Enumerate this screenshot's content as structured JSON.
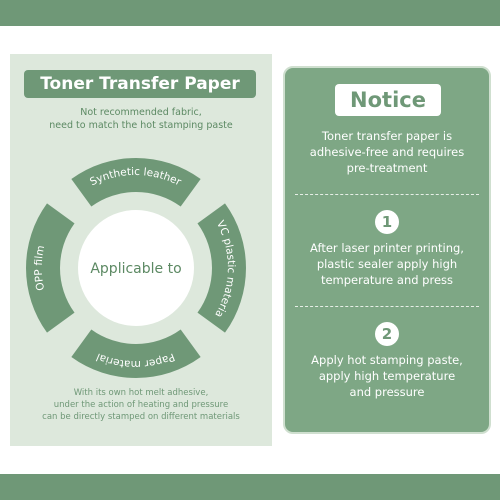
{
  "left_panel": {
    "title": "Toner Transfer Paper",
    "subtitle_line1": "Not recommended fabric,",
    "subtitle_line2": "need to match the hot stamping paste",
    "center_label": "Applicable to",
    "segments": [
      "Synthetic leather",
      "PVC plastic material",
      "Paper material",
      "OPP film"
    ],
    "footer_line1": "With its own hot melt adhesive,",
    "footer_line2": "under the action of heating and pressure",
    "footer_line3": "can be directly stamped on different materials"
  },
  "right_panel": {
    "title": "Notice",
    "intro_lines": [
      "Toner transfer paper is",
      "adhesive-free and requires",
      "pre-treatment"
    ],
    "steps": [
      {
        "number": "1",
        "lines": [
          "After laser printer printing,",
          "plastic sealer apply high",
          "temperature and press"
        ]
      },
      {
        "number": "2",
        "lines": [
          "Apply hot stamping paste,",
          "apply high temperature",
          "and pressure"
        ]
      }
    ]
  },
  "colors": {
    "accent": "#6f9877",
    "panel_bg": "#dde8dc",
    "notice_bg": "#7ea785"
  }
}
